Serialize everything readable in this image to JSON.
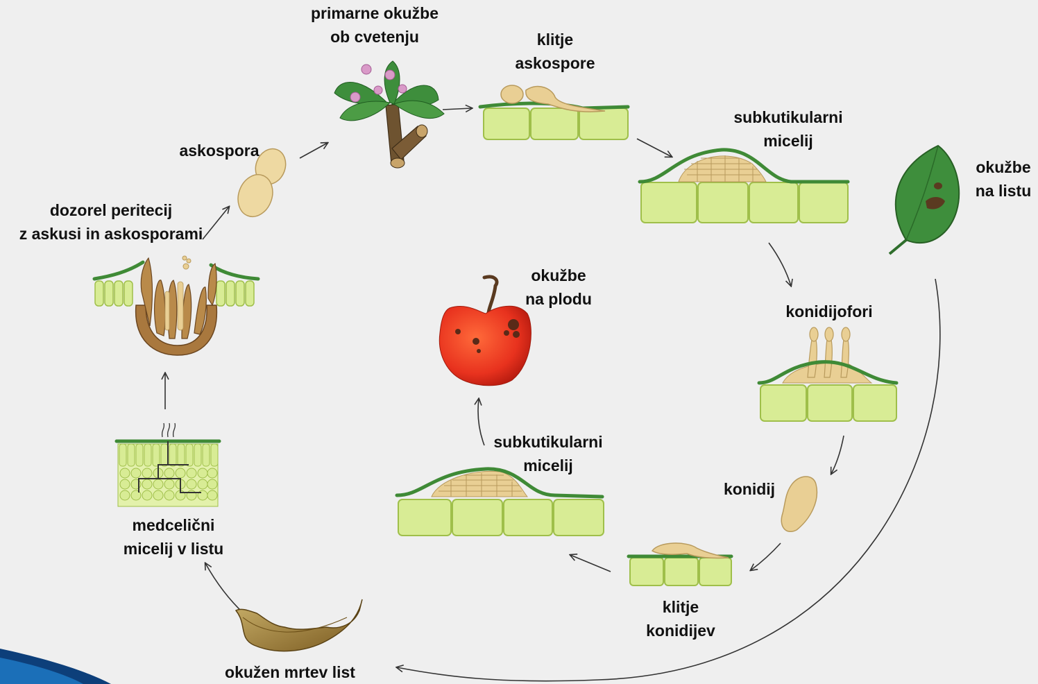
{
  "colors": {
    "background": "#efefef",
    "cell_fill": "#d8ec95",
    "cell_stroke": "#9fbf4a",
    "cuticle": "#3f8a36",
    "fungal_tan": "#e9cf94",
    "fungal_brown": "#9a6a33",
    "leaf_green": "#3e8e3c",
    "apple_red": "#e8321e",
    "arrow": "#333333"
  },
  "labels": {
    "primary_infection": [
      "primarne okužbe",
      "ob cvetenju"
    ],
    "ascospore_germination": [
      "klitje",
      "askospore"
    ],
    "subcuticular_top": [
      "subkutikularni",
      "micelij"
    ],
    "leaf_infection": [
      "okužbe",
      "na listu"
    ],
    "ascospore": "askospora",
    "perithecium": [
      "dozorel peritecij",
      "z askusi in askosporami"
    ],
    "fruit_infection": [
      "okužbe",
      "na plodu"
    ],
    "conidiophores": "konidijofori",
    "subcuticular_mid": [
      "subkutikularni",
      "micelij"
    ],
    "conidium": "konidij",
    "intercellular": [
      "medcelični",
      "micelij v listu"
    ],
    "conidia_germination": [
      "klitje",
      "konidijev"
    ],
    "dead_leaf": "okužen mrtev list"
  },
  "icons": {
    "flower_branch": "blossoming-branch-icon",
    "leaf": "infected-leaf-icon",
    "apple": "infected-apple-icon",
    "dead_leaf": "dead-leaf-icon",
    "perithecium": "perithecium-icon",
    "ascospore": "ascospore-icon",
    "conidium": "conidium-icon"
  }
}
